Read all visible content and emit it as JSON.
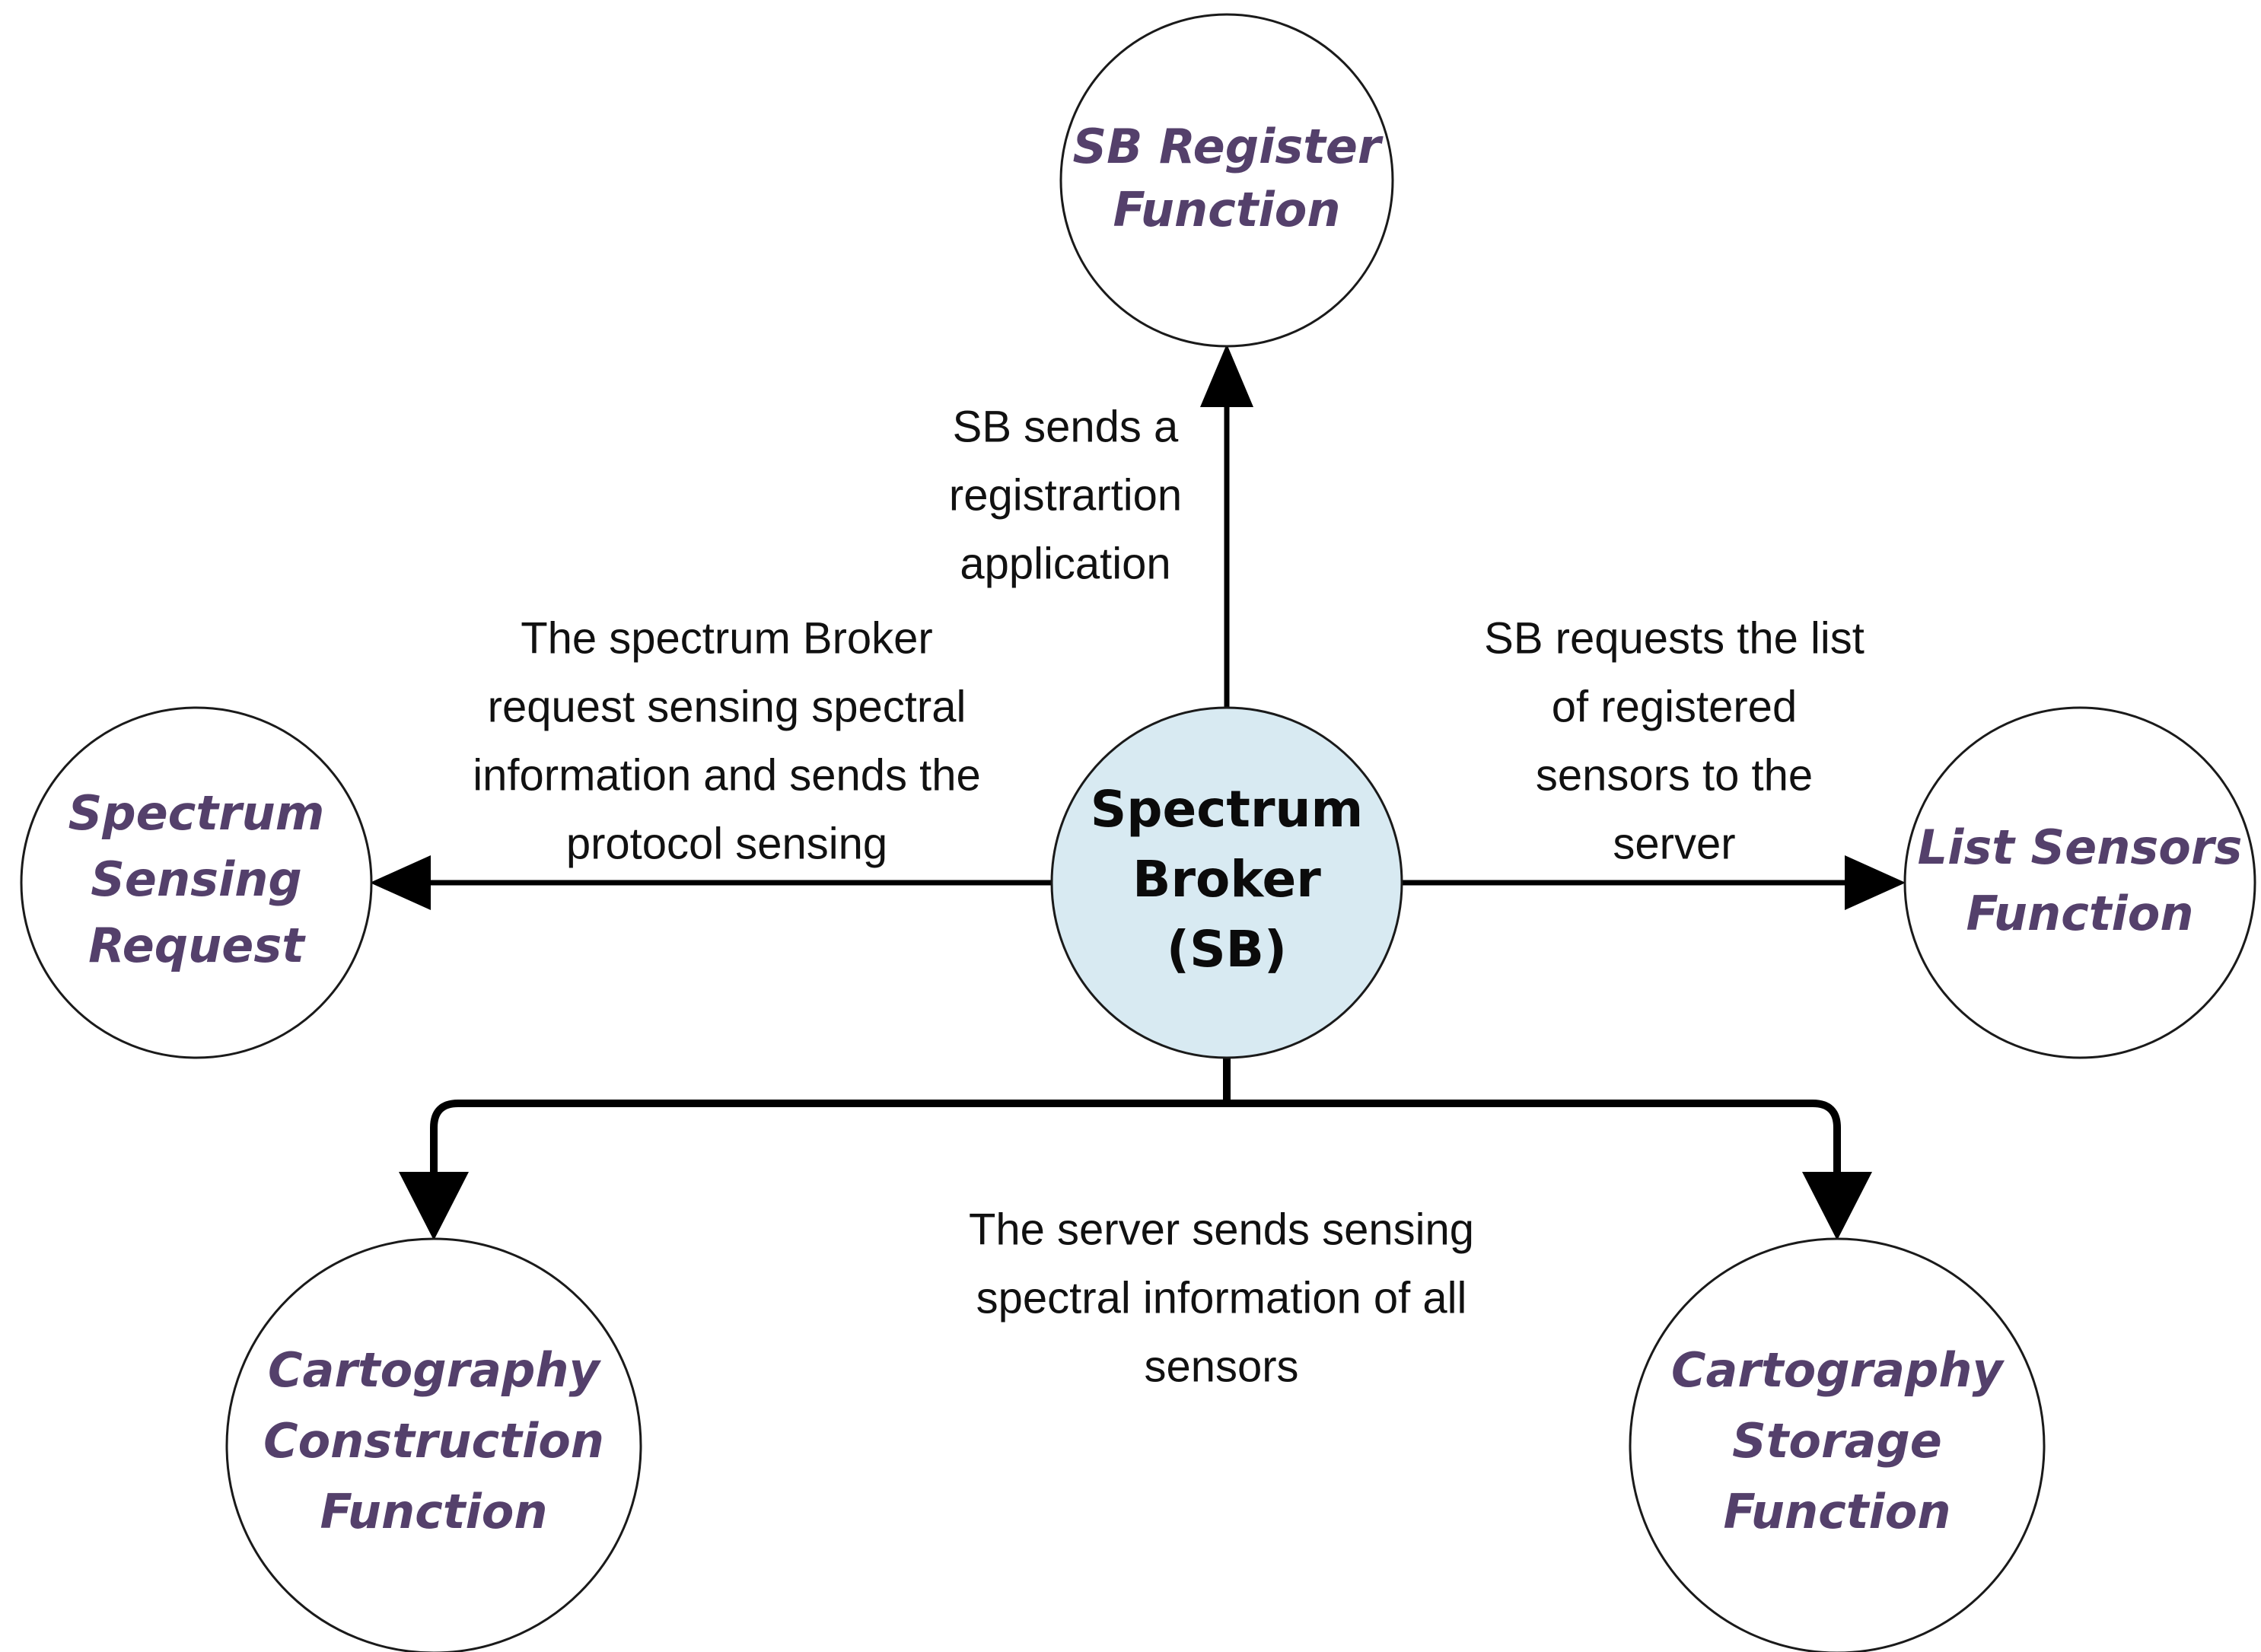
{
  "diagram": {
    "type": "hub-and-spoke-flow",
    "background_color": "#ffffff",
    "node_text_color": "#54406b",
    "hub_fill_color": "#d8eaf2",
    "hub_text_color": "#0b0b0b",
    "edge_color": "#000000",
    "nodes": {
      "hub": {
        "id": "spectrum-broker",
        "line1": "Spectrum",
        "line2": "Broker",
        "line3": "(SB)"
      },
      "top": {
        "id": "sb-register-function",
        "line1": "SB Register",
        "line2": "Function"
      },
      "left": {
        "id": "spectrum-sensing-request",
        "line1": "Spectrum",
        "line2": "Sensing",
        "line3": "Request"
      },
      "right": {
        "id": "list-sensors-function",
        "line1": "List Sensors",
        "line2": "Function"
      },
      "bottom_left": {
        "id": "cartography-construction-function",
        "line1": "Cartography",
        "line2": "Construction",
        "line3": "Function"
      },
      "bottom_right": {
        "id": "cartography-storage-function",
        "line1": "Cartography",
        "line2": "Storage",
        "line3": "Function"
      }
    },
    "edges": {
      "hub_to_top": {
        "from": "spectrum-broker",
        "to": "sb-register-function",
        "direction": "up",
        "label_line1": "SB sends a",
        "label_line2": "registrartion",
        "label_line3": "application"
      },
      "hub_to_left": {
        "from": "spectrum-broker",
        "to": "spectrum-sensing-request",
        "direction": "left",
        "label_line1": "The spectrum Broker",
        "label_line2": "request sensing spectral",
        "label_line3": "information and sends the",
        "label_line4": "protocol sensing"
      },
      "hub_to_right": {
        "from": "spectrum-broker",
        "to": "list-sensors-function",
        "direction": "right",
        "label_line1": "SB requests the list",
        "label_line2": "of registered",
        "label_line3": "sensors to the",
        "label_line4": "server"
      },
      "hub_to_bottom": {
        "from": "spectrum-broker",
        "to": [
          "cartography-construction-function",
          "cartography-storage-function"
        ],
        "direction": "down-split",
        "label_line1": "The server sends sensing",
        "label_line2": "spectral information of all",
        "label_line3": "sensors"
      }
    }
  }
}
